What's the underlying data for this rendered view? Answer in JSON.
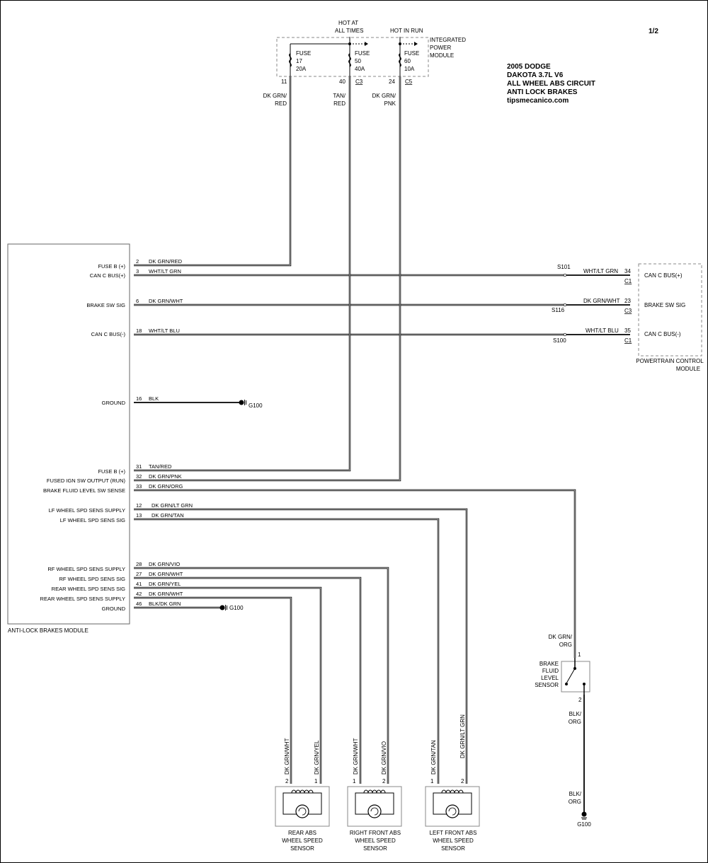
{
  "page_num": "1/2",
  "title": {
    "line1": "2005 DODGE",
    "line2": "DAKOTA  3.7L V6",
    "line3": "ALL WHEEL ABS CIRCUIT",
    "line4": "ANTI LOCK BRAKES",
    "line5": "tipsmecanico.com"
  },
  "ipm": {
    "name_lines": [
      "INTEGRATED",
      "POWER",
      "MODULE"
    ],
    "hot_at_all_times": [
      "HOT AT",
      "ALL TIMES"
    ],
    "hot_in_run": "HOT IN RUN",
    "fuses": [
      {
        "lines": [
          "FUSE",
          "17",
          "20A"
        ],
        "pin": "11",
        "conn": "",
        "wire": [
          "DK GRN/",
          "RED"
        ]
      },
      {
        "lines": [
          "FUSE",
          "50",
          "40A"
        ],
        "pin": "40",
        "conn": "C3",
        "wire": [
          "TAN/",
          "RED"
        ]
      },
      {
        "lines": [
          "FUSE",
          "60",
          "10A"
        ],
        "pin": "24",
        "conn": "C5",
        "wire": [
          "DK GRN/",
          "PNK"
        ]
      }
    ]
  },
  "abs_module": {
    "name": "ANTI-LOCK BRAKES MODULE",
    "pins": [
      {
        "label": "FUSE B (+)",
        "pin": "2",
        "wire": "DK GRN/RED"
      },
      {
        "label": "CAN C BUS(+)",
        "pin": "3",
        "wire": "WHT/LT GRN"
      },
      {
        "label": "BRAKE SW SIG",
        "pin": "6",
        "wire": "DK GRN/WHT"
      },
      {
        "label": "CAN C BUS(-)",
        "pin": "18",
        "wire": "WHT/LT BLU"
      },
      {
        "label": "GROUND",
        "pin": "16",
        "wire": "BLK"
      },
      {
        "label": "FUSE B (+)",
        "pin": "31",
        "wire": "TAN/RED"
      },
      {
        "label": "FUSED IGN SW OUTPUT (RUN)",
        "pin": "32",
        "wire": "DK GRN/PNK"
      },
      {
        "label": "BRAKE FLUID LEVEL SW SENSE",
        "pin": "33",
        "wire": "DK GRN/ORG"
      },
      {
        "label": "LF WHEEL SPD SENS SUPPLY",
        "pin": "12",
        "wire": "DK GRN/LT GRN"
      },
      {
        "label": "LF WHEEL SPD SENS SIG",
        "pin": "13",
        "wire": "DK GRN/TAN"
      },
      {
        "label": "RF WHEEL SPD SENS SUPPLY",
        "pin": "28",
        "wire": "DK GRN/VIO"
      },
      {
        "label": "RF WHEEL SPD SENS SIG",
        "pin": "27",
        "wire": "DK GRN/WHT"
      },
      {
        "label": "REAR WHEEL SPD SENS SIG",
        "pin": "41",
        "wire": "DK GRN/YEL"
      },
      {
        "label": "REAR WHEEL SPD SENS SUPPLY",
        "pin": "42",
        "wire": "DK GRN/WHT"
      },
      {
        "label": "GROUND",
        "pin": "46",
        "wire": "BLK/DK GRN"
      }
    ]
  },
  "grounds": {
    "g1": "G100",
    "g2": "G100",
    "g3": "G100"
  },
  "pcm": {
    "name_lines": [
      "POWERTRAIN CONTROL",
      "MODULE"
    ],
    "pins": [
      {
        "label": "CAN C BUS(+)",
        "pin": "34",
        "conn": "C1",
        "wire": "WHT/LT GRN",
        "splice": "S101"
      },
      {
        "label": "BRAKE SW SIG",
        "pin": "23",
        "conn": "C3",
        "wire": "DK GRN/WHT",
        "splice": "S116"
      },
      {
        "label": "CAN C BUS(-)",
        "pin": "35",
        "conn": "C1",
        "wire": "WHT/LT BLU",
        "splice": "S100"
      }
    ]
  },
  "brake_fluid_sensor": {
    "name_lines": [
      "BRAKE",
      "FLUID",
      "LEVEL",
      "SENSOR"
    ],
    "pin1": "1",
    "pin2": "2",
    "wire_in": [
      "DK GRN/",
      "ORG"
    ],
    "wire_out": [
      "BLK/",
      "ORG"
    ],
    "wire_gnd": [
      "BLK/",
      "ORG"
    ]
  },
  "wheel_sensors": [
    {
      "name_lines": [
        "REAR ABS",
        "WHEEL SPEED",
        "SENSOR"
      ],
      "left_pin": "2",
      "right_pin": "1",
      "left_wire": "DK GRN/WHT",
      "right_wire": "DK GRN/YEL"
    },
    {
      "name_lines": [
        "RIGHT FRONT ABS",
        "WHEEL SPEED",
        "SENSOR"
      ],
      "left_pin": "1",
      "right_pin": "2",
      "left_wire": "DK GRN/WHT",
      "right_wire": "DK GRN/VIO"
    },
    {
      "name_lines": [
        "LEFT FRONT ABS",
        "WHEEL SPEED",
        "SENSOR"
      ],
      "left_pin": "1",
      "right_pin": "2",
      "left_wire": "DK GRN/TAN",
      "right_wire": "DK GRN/LT GRN"
    }
  ]
}
